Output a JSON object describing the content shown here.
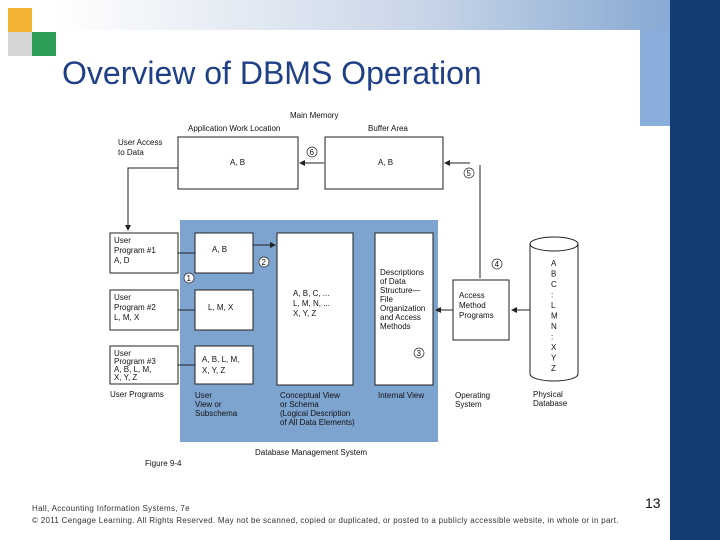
{
  "slide": {
    "title": "Overview of DBMS Operation",
    "page_number": "13",
    "footer_line1": "Hall, Accounting Information Systems, 7e",
    "footer_line2": "© 2011 Cengage Learning. All Rights Reserved. May not be scanned, copied or duplicated, or posted to a publicly accessible website, in whole or in part."
  },
  "diagram": {
    "main_memory": "Main Memory",
    "app_work_location": "Application Work Location",
    "buffer_area": "Buffer Area",
    "user_access": [
      "User Access",
      "to Data"
    ],
    "app_box_value": "A, B",
    "buffer_box_value": "A, B",
    "user_programs": [
      {
        "lines": [
          "User",
          "Program #1",
          "A, D"
        ],
        "value": "A, B"
      },
      {
        "lines": [
          "User",
          "Program #2",
          "L, M, X"
        ],
        "value": "L, M, X"
      },
      {
        "lines": [
          "User",
          "Program #3",
          "A, B, L, M,",
          "X, Y, Z"
        ],
        "value_lines": [
          "A, B, L, M,",
          "X, Y, Z"
        ]
      }
    ],
    "user_programs_label": "User Programs",
    "conceptual_values": [
      "A, B, C, ...",
      "L, M, N, ...",
      "X, Y, Z"
    ],
    "internal_desc": [
      "Descriptions",
      "of Data",
      "Structure—",
      "File",
      "Organization",
      "and Access",
      "Methods"
    ],
    "access_methods": [
      "Access",
      "Method",
      "Programs"
    ],
    "physical_letters": [
      "A",
      "B",
      "C",
      ":",
      "L",
      "M",
      "N",
      ":",
      "X",
      "Y",
      "Z"
    ],
    "bottom_labels": {
      "user_view": [
        "User",
        "View or",
        "Subschema"
      ],
      "conceptual": [
        "Conceptual View",
        "or Schema",
        "(Logical Description",
        "of All Data Elements)"
      ],
      "internal": [
        "Internal View"
      ],
      "operating": [
        "Operating",
        "System"
      ],
      "physical": [
        "Physical",
        "Database"
      ]
    },
    "dbms_label": "Database Management System",
    "figure_label": "Figure 9-4",
    "step_numbers": [
      "1",
      "2",
      "3",
      "4",
      "5",
      "6"
    ]
  }
}
